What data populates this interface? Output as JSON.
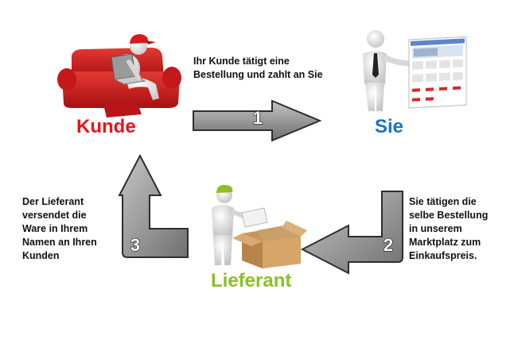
{
  "colors": {
    "kunde": "#e8141a",
    "sie": "#1a73c2",
    "lieferant": "#8cbf26",
    "arrow_fill": "#8f8f8f",
    "arrow_stroke": "#333333"
  },
  "icons": {
    "kunde": "person-on-red-sofa-with-laptop-icon",
    "sie": "person-presenting-webshop-icon",
    "lieferant": "person-packing-box-icon"
  },
  "nodes": {
    "kunde": "Kunde",
    "sie": "Sie",
    "lieferant": "Lieferant"
  },
  "steps": [
    {
      "number": "1",
      "lines": [
        "Ihr Kunde tätigt eine",
        "Bestellung und zahlt an Sie"
      ]
    },
    {
      "number": "2",
      "lines": [
        "Sie tätigen die",
        "selbe Bestellung",
        "in unserem",
        "Marktplatz zum",
        "Einkaufspreis."
      ]
    },
    {
      "number": "3",
      "lines": [
        "Der Lieferant",
        "versendet die",
        "Ware in Ihrem",
        "Namen an Ihren",
        "Kunden"
      ]
    }
  ]
}
